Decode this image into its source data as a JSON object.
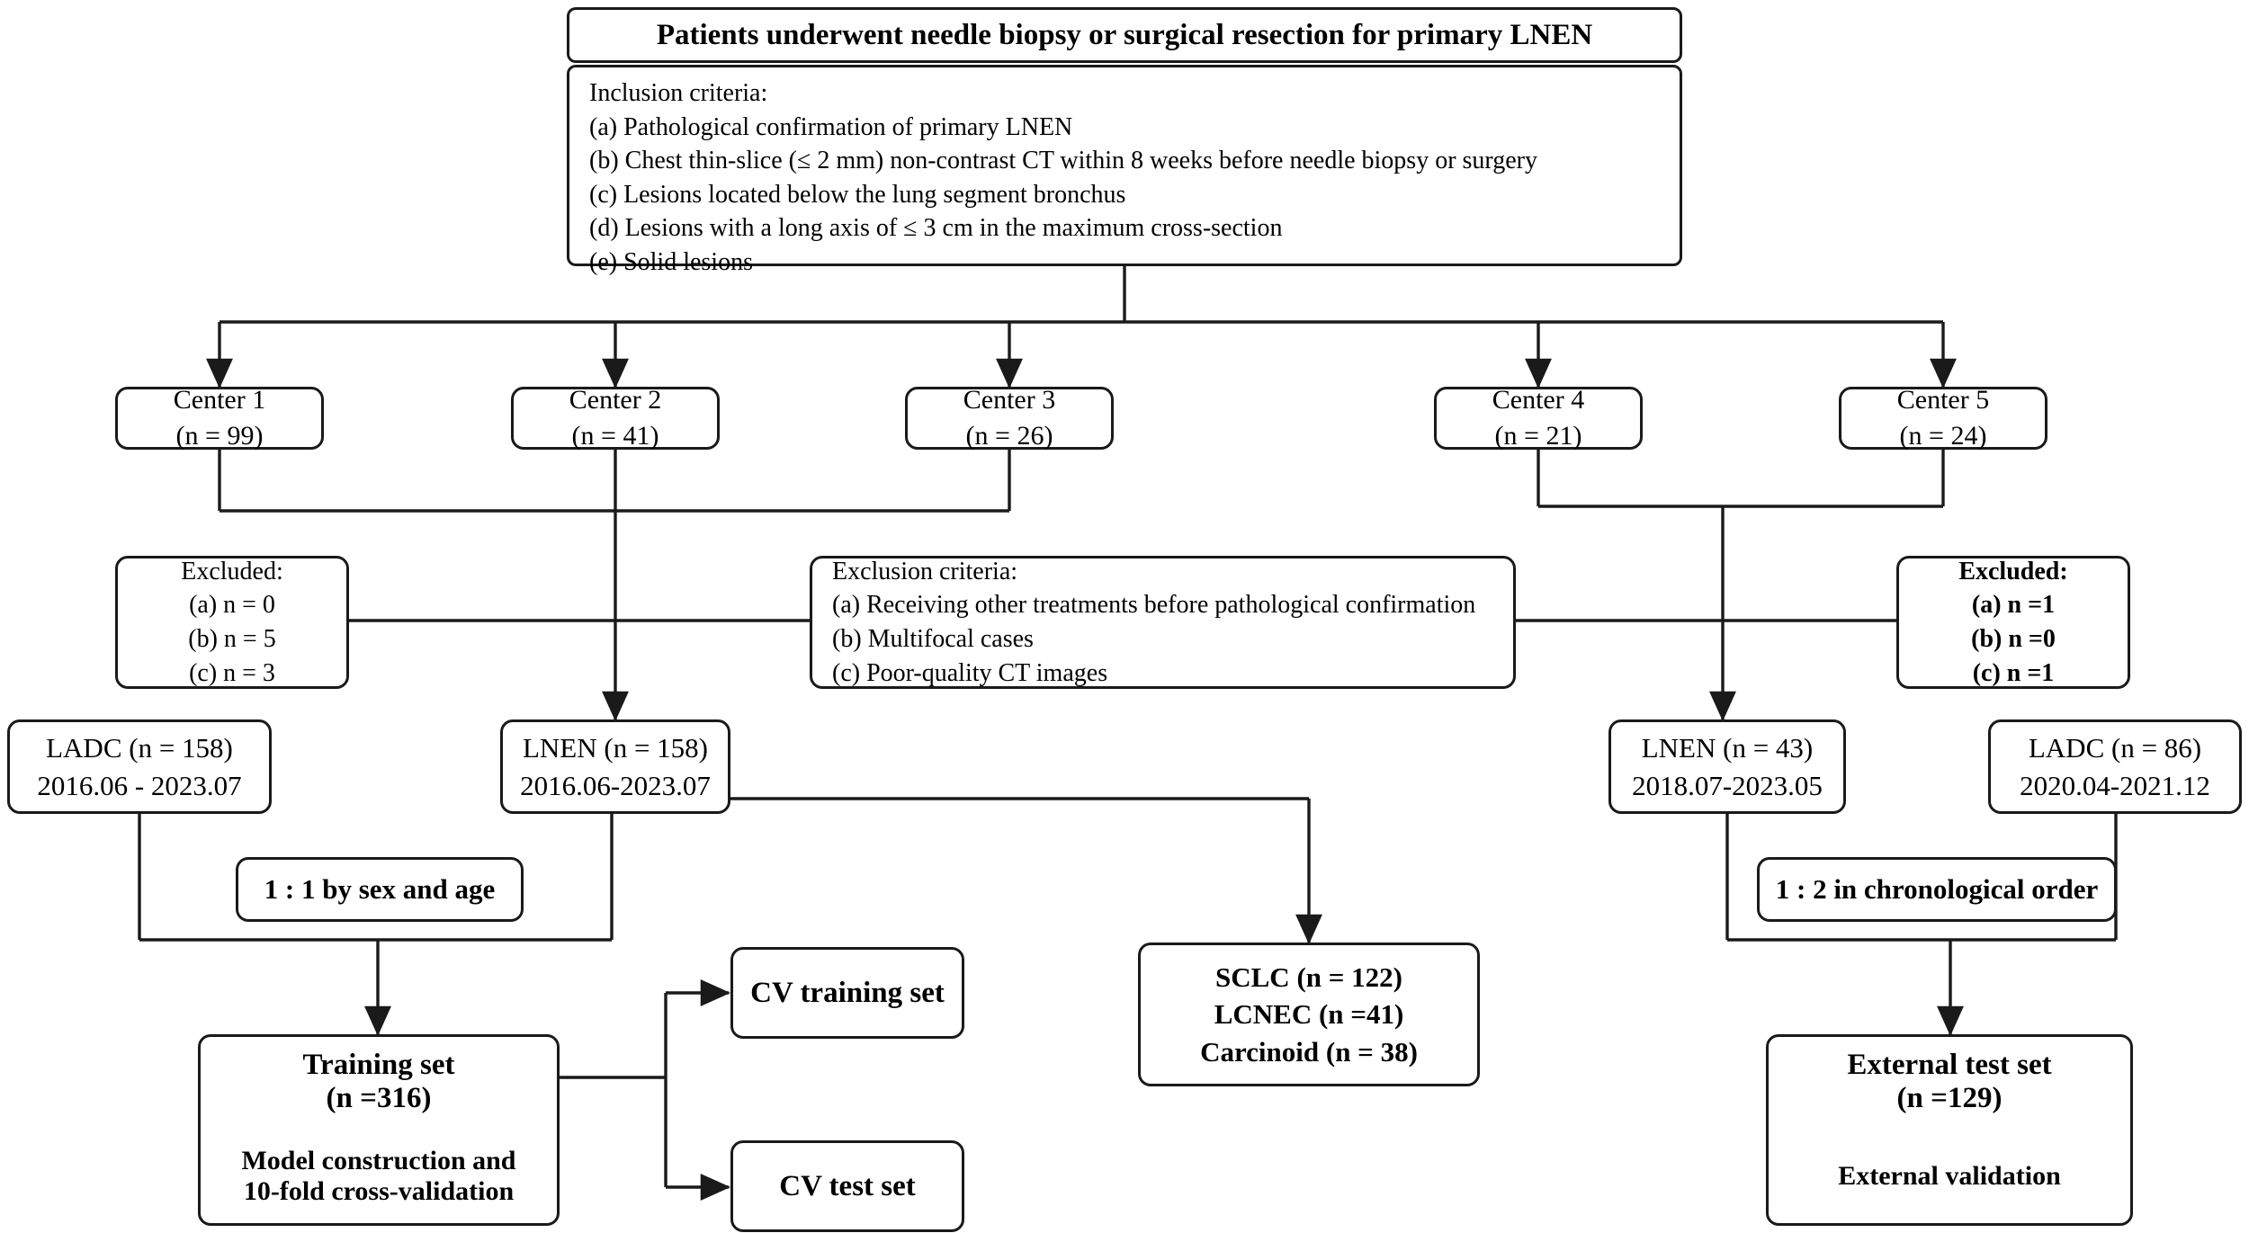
{
  "diagram": {
    "title": "Patient selection flowchart for primary LNEN study",
    "accent_color": "#1a1a1a",
    "background_color": "#ffffff"
  },
  "top": {
    "header": "Patients underwent needle biopsy or surgical resection for primary LNEN",
    "inclusion_title": "Inclusion criteria:",
    "inclusion_items": [
      "(a) Pathological confirmation of primary LNEN",
      "(b) Chest thin-slice (≤ 2 mm) non-contrast CT within 8 weeks before needle biopsy or surgery",
      "(c) Lesions located below the lung segment bronchus",
      "(d) Lesions with a long axis of ≤ 3 cm in the maximum cross-section",
      "(e) Solid lesions"
    ]
  },
  "centers": [
    {
      "name": "Center 1",
      "count": "(n = 99)"
    },
    {
      "name": "Center 2",
      "count": "(n = 41)"
    },
    {
      "name": "Center 3",
      "count": "(n = 26)"
    },
    {
      "name": "Center 4",
      "count": "(n = 21)"
    },
    {
      "name": "Center 5",
      "count": "(n = 24)"
    }
  ],
  "excluded_left": {
    "title": "Excluded:",
    "items": [
      "(a) n = 0",
      "(b) n = 5",
      "(c) n = 3"
    ]
  },
  "exclusion_criteria": {
    "title": "Exclusion criteria:",
    "items": [
      "(a) Receiving other treatments before pathological confirmation",
      "(b) Multifocal cases",
      "(c) Poor-quality CT images"
    ]
  },
  "excluded_right": {
    "title": "Excluded:",
    "items": [
      "(a) n =1",
      "(b) n =0",
      "(c) n =1"
    ]
  },
  "cohorts": {
    "ladc_left": {
      "label": "LADC (n = 158)",
      "period": "2016.06 - 2023.07"
    },
    "lnen_left": {
      "label": "LNEN (n = 158)",
      "period": "2016.06-2023.07"
    },
    "lnen_right": {
      "label": "LNEN (n = 43)",
      "period": "2018.07-2023.05"
    },
    "ladc_right": {
      "label": "LADC (n = 86)",
      "period": "2020.04-2021.12"
    }
  },
  "matching": {
    "left": "1 : 1 by sex and age",
    "right": "1 : 2 in chronological order"
  },
  "subtypes": {
    "lines": [
      "SCLC (n = 122)",
      "LCNEC (n =41)",
      "Carcinoid (n = 38)"
    ]
  },
  "training_set": {
    "title": "Training set",
    "count": "(n =316)",
    "task_line1": "Model construction and",
    "task_line2": "10-fold cross-validation"
  },
  "cv": {
    "training": "CV training set",
    "test": "CV test set"
  },
  "external_test_set": {
    "title": "External test set",
    "count": "(n =129)",
    "task": "External validation"
  }
}
